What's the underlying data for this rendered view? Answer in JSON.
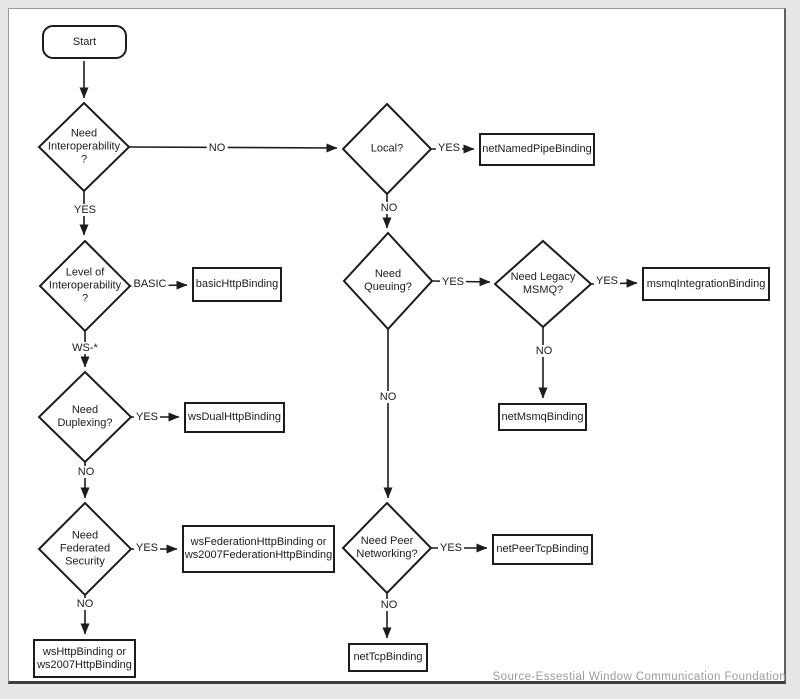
{
  "source_note": "Source-Essestial Window Communication Foundation",
  "nodes": {
    "start": "Start",
    "need_interoperability": "Need\nInteroperability\n?",
    "level_of_interoperability": "Level of\nInteroperability\n?",
    "need_duplexing": "Need\nDuplexing?",
    "need_federated_security": "Need\nFederated\nSecurity",
    "local": "Local?",
    "need_queuing": "Need\nQueuing?",
    "need_legacy_msmq": "Need Legacy\nMSMQ?",
    "need_peer_networking": "Need Peer\nNetworking?",
    "basic_http": "basicHttpBinding",
    "net_named_pipe": "netNamedPipeBinding",
    "msmq_integration": "msmqIntegrationBinding",
    "ws_dual_http": "wsDualHttpBinding",
    "net_msmq": "netMsmqBinding",
    "ws_federation": "wsFederationHttpBinding or\nws2007FederationHttpBinding",
    "net_peer_tcp": "netPeerTcpBinding",
    "ws_http": "wsHttpBinding or\nws2007HttpBinding",
    "net_tcp": "netTcpBinding"
  },
  "edge_labels": {
    "interop_no": "NO",
    "interop_yes": "YES",
    "level_basic": "BASIC",
    "level_ws": "WS-*",
    "duplex_yes": "YES",
    "duplex_no": "NO",
    "federated_yes": "YES",
    "federated_no": "NO",
    "local_yes": "YES",
    "local_no": "NO",
    "queuing_yes": "YES",
    "queuing_no": "NO",
    "legacy_yes": "YES",
    "legacy_no": "NO",
    "peer_yes": "YES",
    "peer_no": "NO"
  },
  "colors": {
    "line": "#1c1c1c",
    "note_text": "#9c9c9c",
    "frame_bg": "#e6e6e6"
  }
}
